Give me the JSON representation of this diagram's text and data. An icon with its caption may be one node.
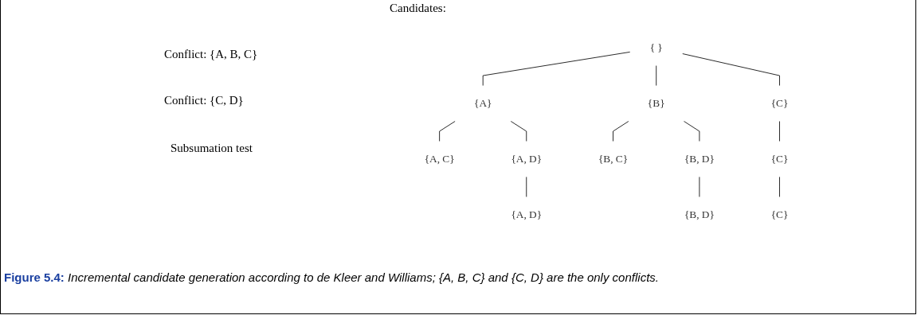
{
  "diagram": {
    "caption": "**Figure 5.4:** Incremental candidate generation according to de Kleer and Williams; {A, B, C} and {C, D} are the only conflicts.",
    "nodes": [
      {
        "text": [
          "{ }"
        ]
      },
      {
        "text": [
          "{A}"
        ]
      },
      {
        "text": [
          "{B}"
        ]
      },
      {
        "text": [
          "{C}"
        ]
      },
      {
        "text": [
          "{A, C}"
        ]
      },
      {
        "text": [
          "{A, D}"
        ]
      },
      {
        "text": [
          "{B, C}"
        ]
      },
      {
        "text": [
          "{B, D}"
        ]
      },
      {
        "text": [
          "{C}"
        ]
      },
      {
        "text": [
          "{A, D}"
        ]
      },
      {
        "text": [
          "{B, D}"
        ]
      },
      {
        "text": [
          "{C}"
        ]
      }
    ],
    "edges": [
      {
        "from": 0,
        "to": 1,
        "arrow": "none"
      },
      {
        "from": 0,
        "to": 2,
        "arrow": "none"
      },
      {
        "from": 0,
        "to": 3,
        "arrow": "none"
      },
      {
        "from": 1,
        "to": 4,
        "arrow": "none"
      },
      {
        "from": 1,
        "to": 5,
        "arrow": "none"
      },
      {
        "from": 2,
        "to": 6,
        "arrow": "none"
      },
      {
        "from": 2,
        "to": 7,
        "arrow": "none"
      },
      {
        "from": 3,
        "to": 8,
        "arrow": "none"
      },
      {
        "from": 5,
        "to": 9,
        "arrow": "none"
      },
      {
        "from": 7,
        "to": 10,
        "arrow": "none"
      },
      {
        "from": 8,
        "to": 11,
        "arrow": "none"
      }
    ],
    "labels": [
      "Candidates:",
      "Conflict: {A, B, C}",
      "Conflict: {C, D}",
      "Subsumation test"
    ]
  }
}
